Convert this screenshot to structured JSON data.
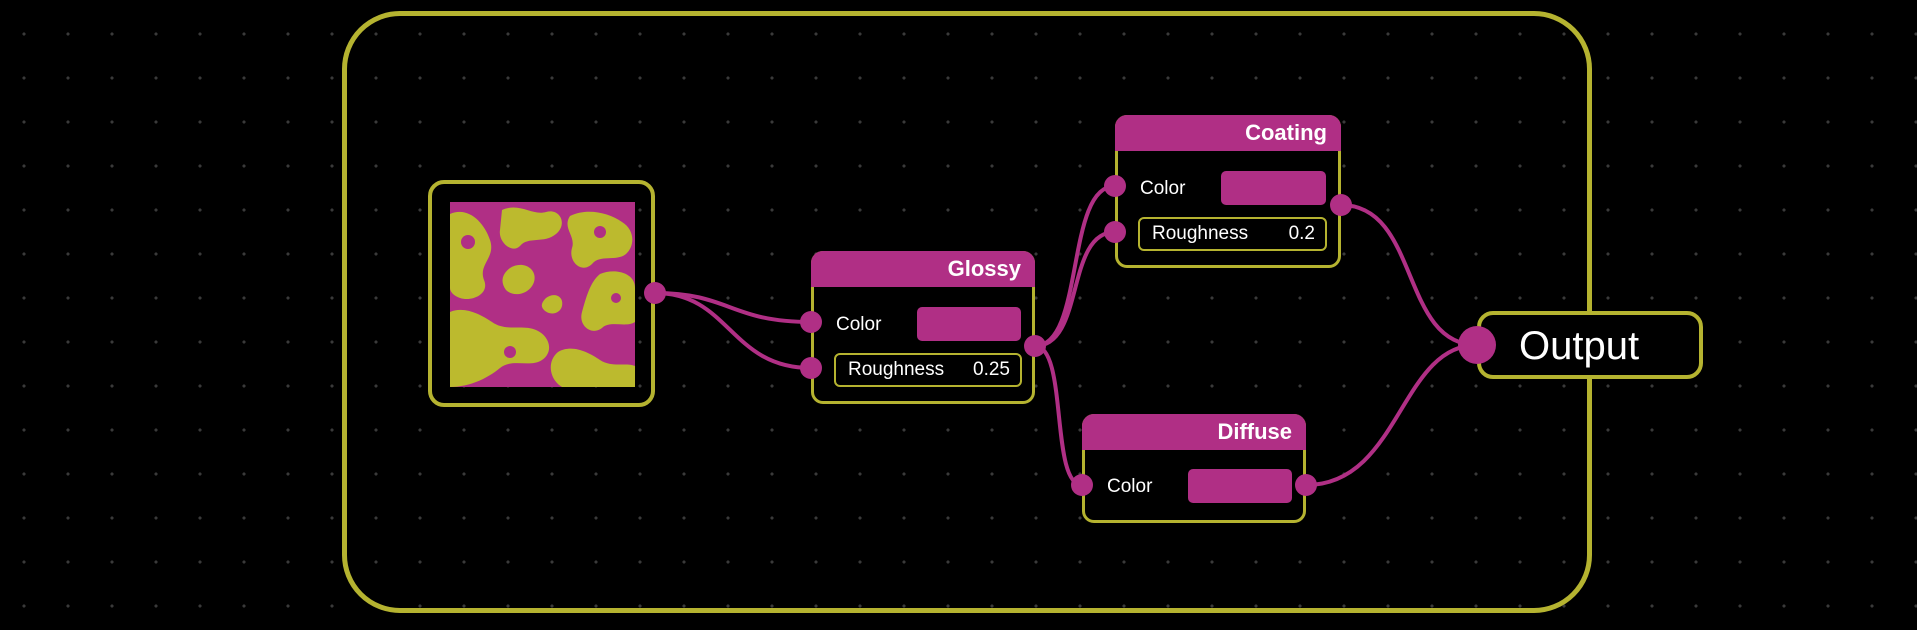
{
  "colors": {
    "accent": "#b02f85",
    "frame": "#b5b330",
    "background": "#000000",
    "text": "#ffffff"
  },
  "texture": {
    "icon": "noise-texture-thumbnail"
  },
  "nodes": {
    "glossy": {
      "title": "Glossy",
      "color_label": "Color",
      "roughness_label": "Roughness",
      "roughness_value": "0.25"
    },
    "coating": {
      "title": "Coating",
      "color_label": "Color",
      "roughness_label": "Roughness",
      "roughness_value": "0.2"
    },
    "diffuse": {
      "title": "Diffuse",
      "color_label": "Color"
    },
    "output": {
      "title": "Output"
    }
  }
}
